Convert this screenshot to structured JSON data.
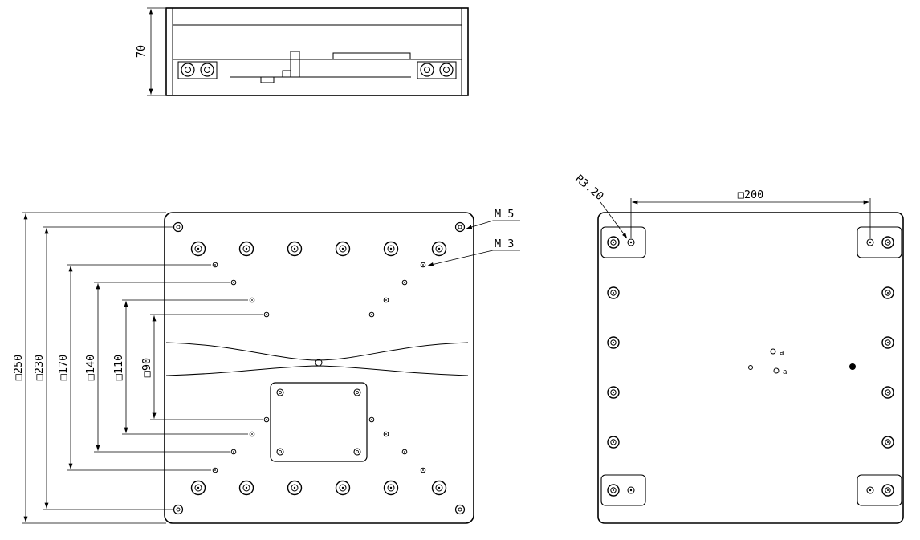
{
  "drawing": {
    "background": "#ffffff",
    "line_color": "#000000",
    "side_view": {
      "height_dim": "70"
    },
    "plan_view": {
      "dims": [
        "□250",
        "□230",
        "□170",
        "□140",
        "□110",
        "□90"
      ],
      "callout_m5": "M 5",
      "callout_m3": "M 3"
    },
    "mount_view": {
      "width_dim": "□200",
      "radius_callout": "R3.20",
      "hole_label_1": "a",
      "hole_label_2": "a"
    }
  }
}
